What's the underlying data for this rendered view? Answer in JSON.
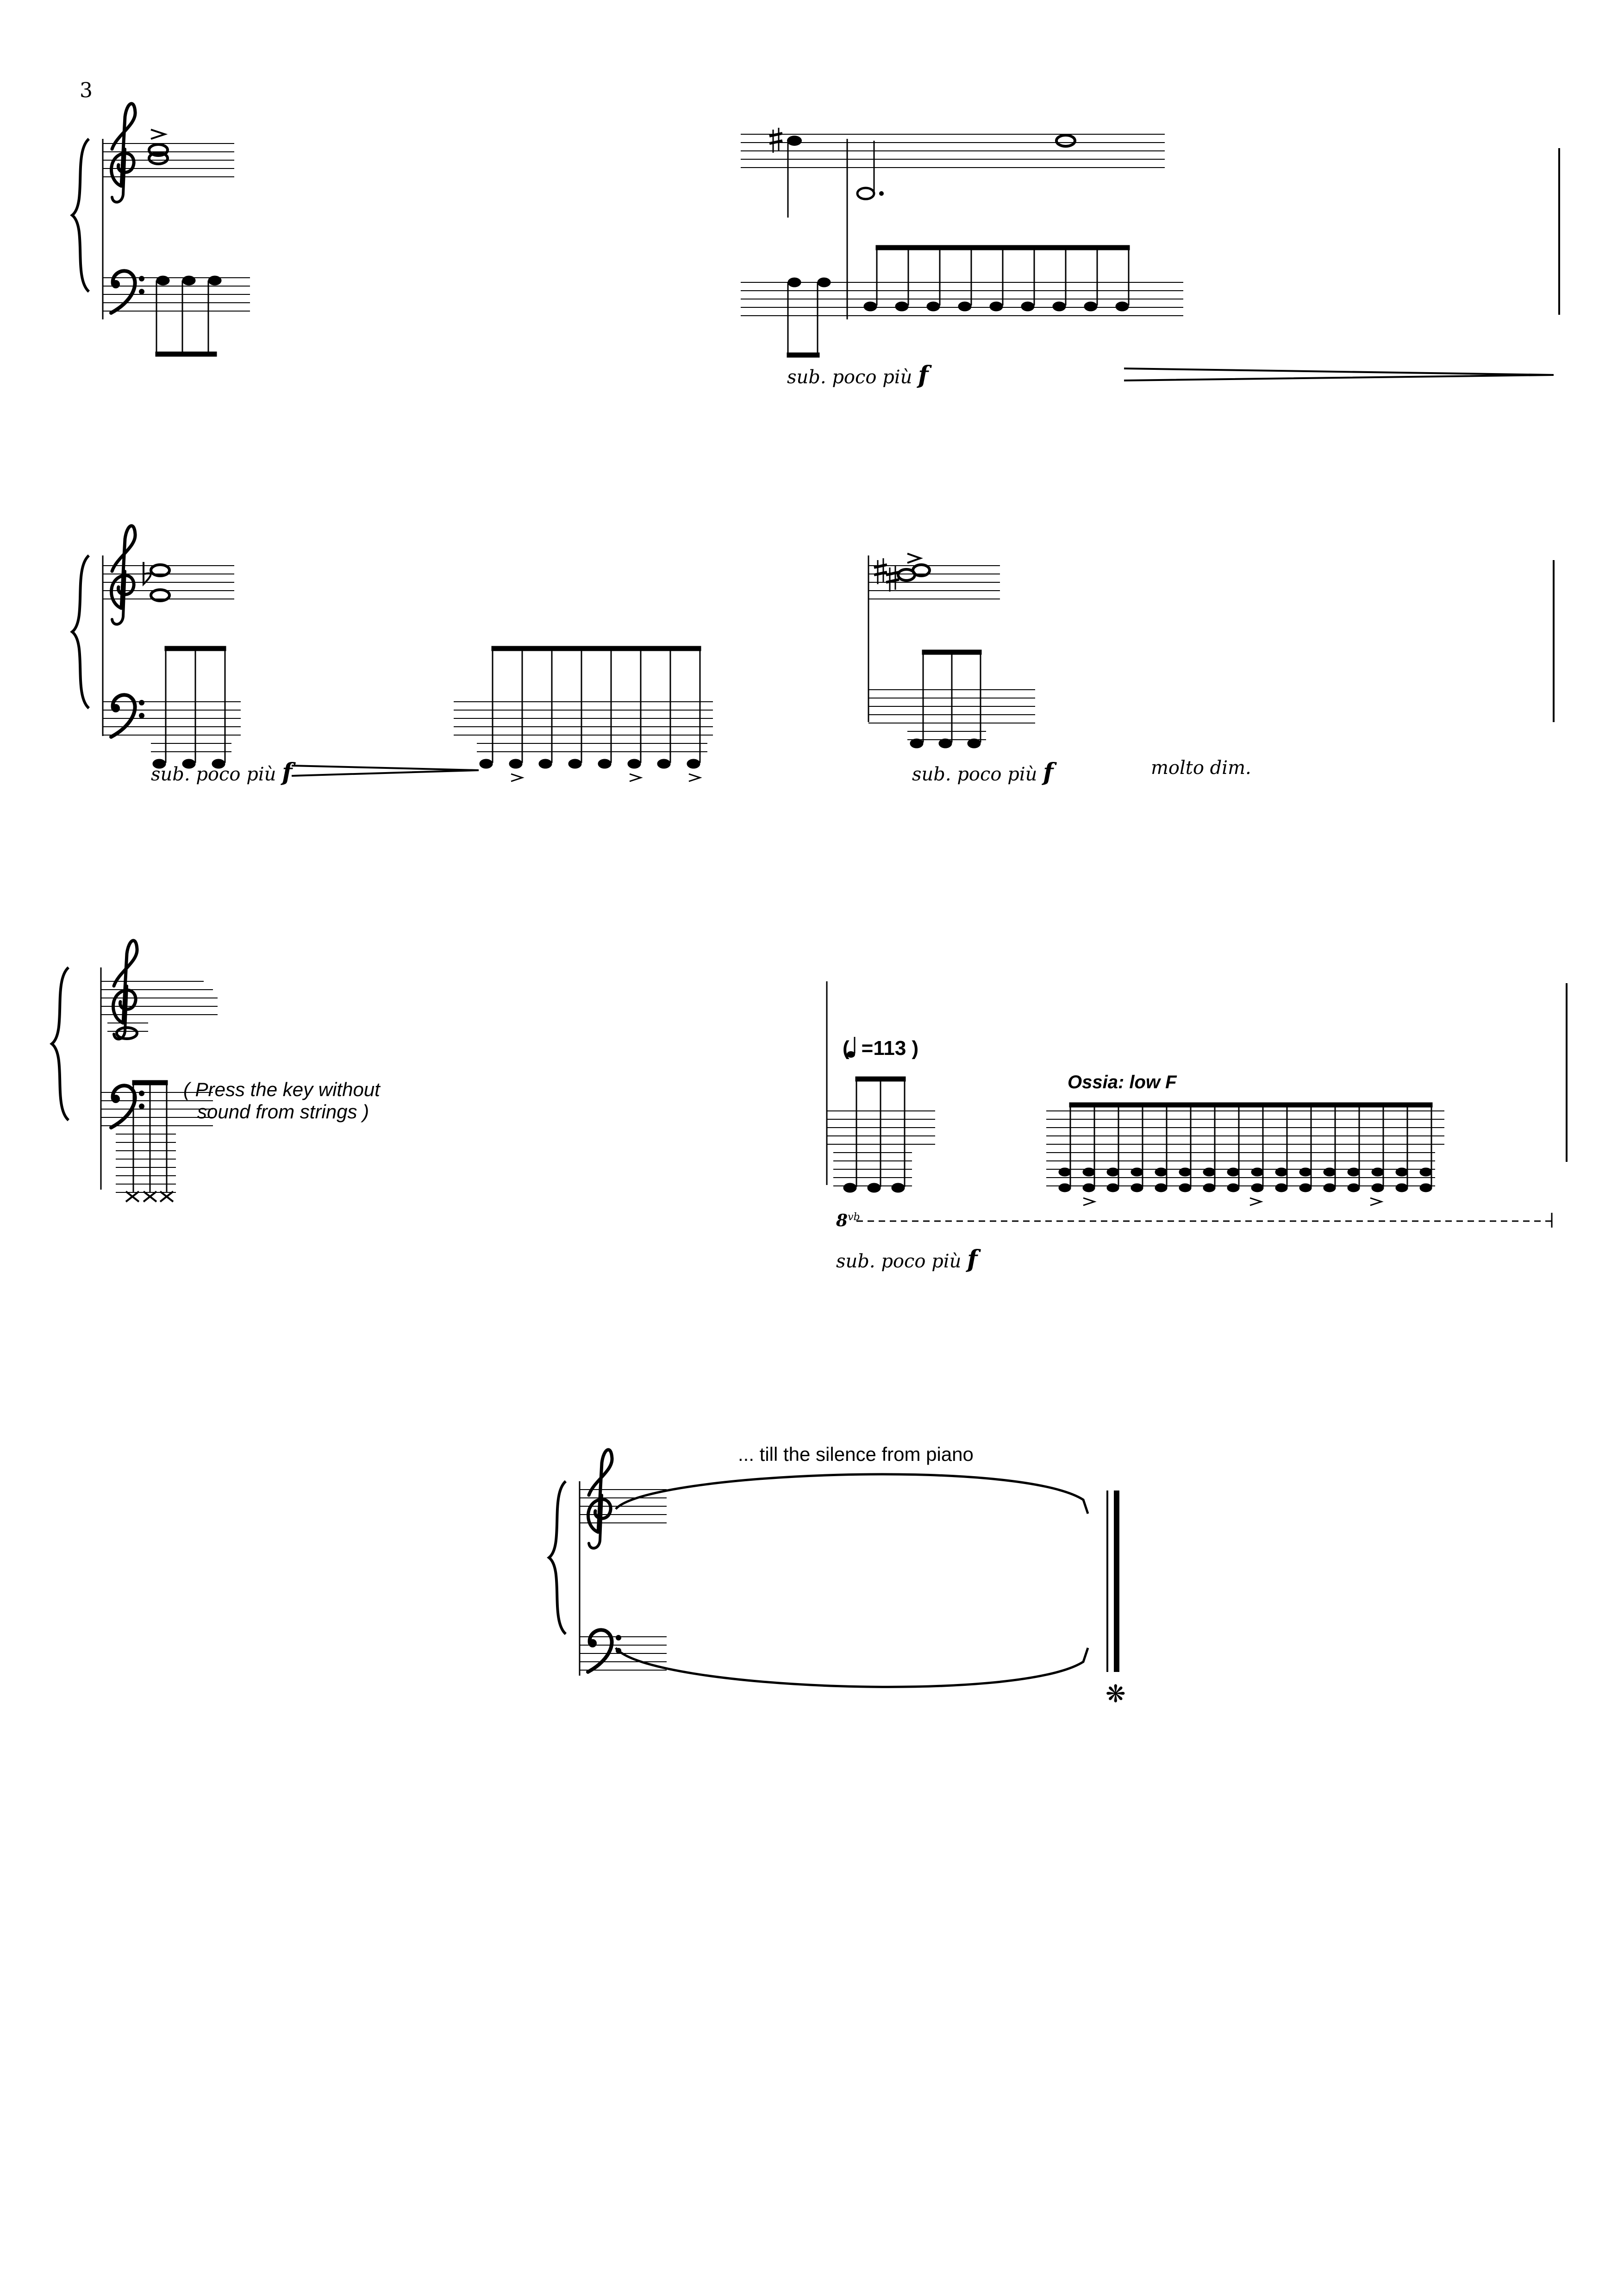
{
  "page": {
    "number": "3"
  },
  "system1": {
    "dynamic_pre": "sub. poco più",
    "dynamic_mark": "f"
  },
  "system2": {
    "dynamic1_pre": "sub. poco più",
    "dynamic1_mark": "f",
    "dynamic2_pre": "sub. poco più",
    "dynamic2_mark": "f",
    "expression": "molto dim."
  },
  "system3": {
    "instruction_line1": "( Press the key without",
    "instruction_line2": "sound from strings )",
    "tempo": "=113 )",
    "tempo_open": "(",
    "ossia": "Ossia: low F",
    "ottava": "8",
    "ottava_suffix": "vb",
    "dynamic_pre": "sub. poco più",
    "dynamic_mark": "f"
  },
  "system4": {
    "caption": "... till the silence from piano",
    "pedal_release": "❋"
  },
  "colors": {
    "ink": "#000000",
    "paper": "#ffffff"
  },
  "icons": {
    "treble": "treble-clef-icon",
    "bass": "bass-clef-icon",
    "sharp": "sharp-icon",
    "flat": "flat-icon",
    "accent": "accent-icon",
    "pedal": "pedal-release-icon"
  }
}
